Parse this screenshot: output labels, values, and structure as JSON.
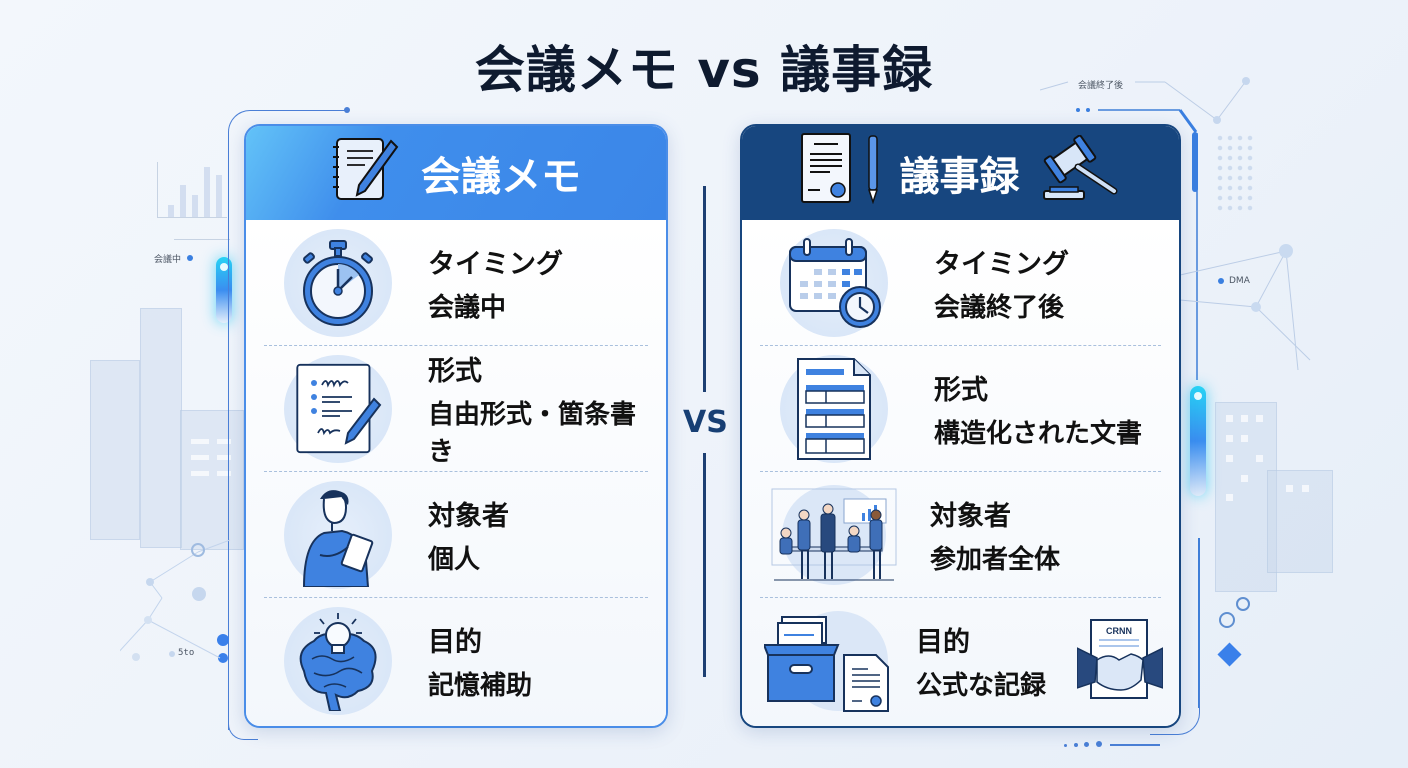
{
  "title": "会議メモ vs 議事録",
  "vs_label": "VS",
  "left_card": {
    "title": "会議メモ",
    "header_icon": "notebook-pen-icon",
    "accent_color": "#3f8eec",
    "rows": [
      {
        "label": "タイミング",
        "value": "会議中",
        "icon": "stopwatch-icon"
      },
      {
        "label": "形式",
        "value": "自由形式・箇条書き",
        "icon": "handwritten-list-icon"
      },
      {
        "label": "対象者",
        "value": "個人",
        "icon": "person-taking-notes-icon"
      },
      {
        "label": "目的",
        "value": "記憶補助",
        "icon": "brain-lightbulb-icon"
      }
    ]
  },
  "right_card": {
    "title": "議事録",
    "header_icons": [
      "certified-document-icon",
      "pen-icon",
      "gavel-icon"
    ],
    "accent_color": "#17467f",
    "rows": [
      {
        "label": "タイミング",
        "value": "会議終了後",
        "icon": "calendar-clock-icon"
      },
      {
        "label": "形式",
        "value": "構造化された文書",
        "icon": "structured-document-icon"
      },
      {
        "label": "対象者",
        "value": "参加者全体",
        "icon": "team-meeting-icon"
      },
      {
        "label": "目的",
        "value": "公式な記録",
        "icon": "archive-box-icon",
        "extra_icon": "handshake-contract-icon",
        "contract_text": "CRNN"
      }
    ]
  },
  "decor": {
    "left_tag": "会議中",
    "left_bottom_tag": "5to",
    "right_top_tag": "会議終了後",
    "right_tag": "DMA"
  }
}
